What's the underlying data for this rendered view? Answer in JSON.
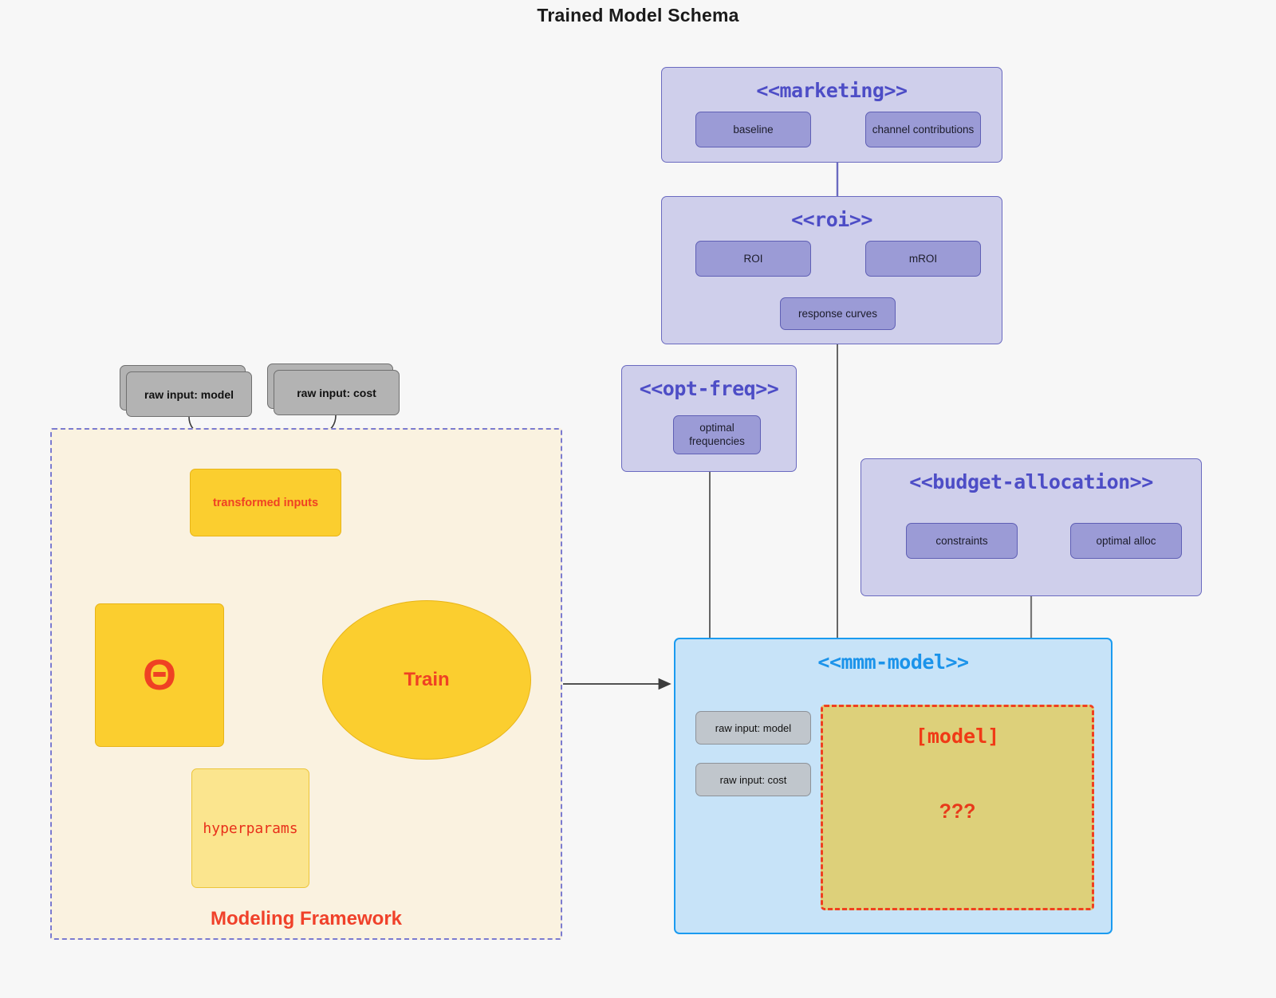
{
  "title": "Trained Model Schema",
  "colors": {
    "background": "#f7f7f7",
    "package_fill": "#cfcfeb",
    "package_border": "#6a6ac0",
    "package_title": "#4d4dc6",
    "model_pkg_fill": "#c7e3f8",
    "model_pkg_border": "#1b9bf0",
    "model_pkg_title": "#1b93ea",
    "card_purple_fill": "#9b9bd6",
    "card_gray_fill": "#b3b3b3",
    "card_yellow_fill": "#fbce2f",
    "card_yellow_light_fill": "#fbe58e",
    "accent_red": "#ef4123",
    "boundary_fill": "#faf2e0",
    "boundary_border": "#7b7bd0",
    "note_fill": "#ddd07a",
    "note_border": "#f04020"
  },
  "packages": {
    "marketing": {
      "title": "<<marketing>>",
      "cards": [
        {
          "label": "baseline"
        },
        {
          "label": "channel contributions"
        }
      ]
    },
    "roi": {
      "title": "<<roi>>",
      "cards": [
        {
          "label": "ROI"
        },
        {
          "label": "mROI"
        },
        {
          "label": "response curves"
        }
      ]
    },
    "opt_freq": {
      "title": "<<opt-freq>>",
      "cards": [
        {
          "label": "optimal\nfrequencies",
          "line1": "optimal",
          "line2": "frequencies"
        }
      ]
    },
    "budget_allocation": {
      "title": "<<budget-allocation>>",
      "cards": [
        {
          "label": "constraints"
        },
        {
          "label": "optimal alloc"
        }
      ]
    },
    "mmm_model": {
      "title": "<<mmm-model>>",
      "cards": [
        {
          "label": "raw input: model"
        },
        {
          "label": "raw input: cost"
        }
      ],
      "note": {
        "line1": "[model]",
        "line2": "???"
      }
    }
  },
  "framework": {
    "label": "Modeling Framework",
    "raw_inputs": [
      {
        "label": "raw input: model"
      },
      {
        "label": "raw input: cost"
      }
    ],
    "transformed_inputs": {
      "label": "transformed inputs"
    },
    "theta": {
      "label": "Θ"
    },
    "hyperparams": {
      "label": "hyperparams"
    },
    "train": {
      "label": "Train"
    }
  }
}
